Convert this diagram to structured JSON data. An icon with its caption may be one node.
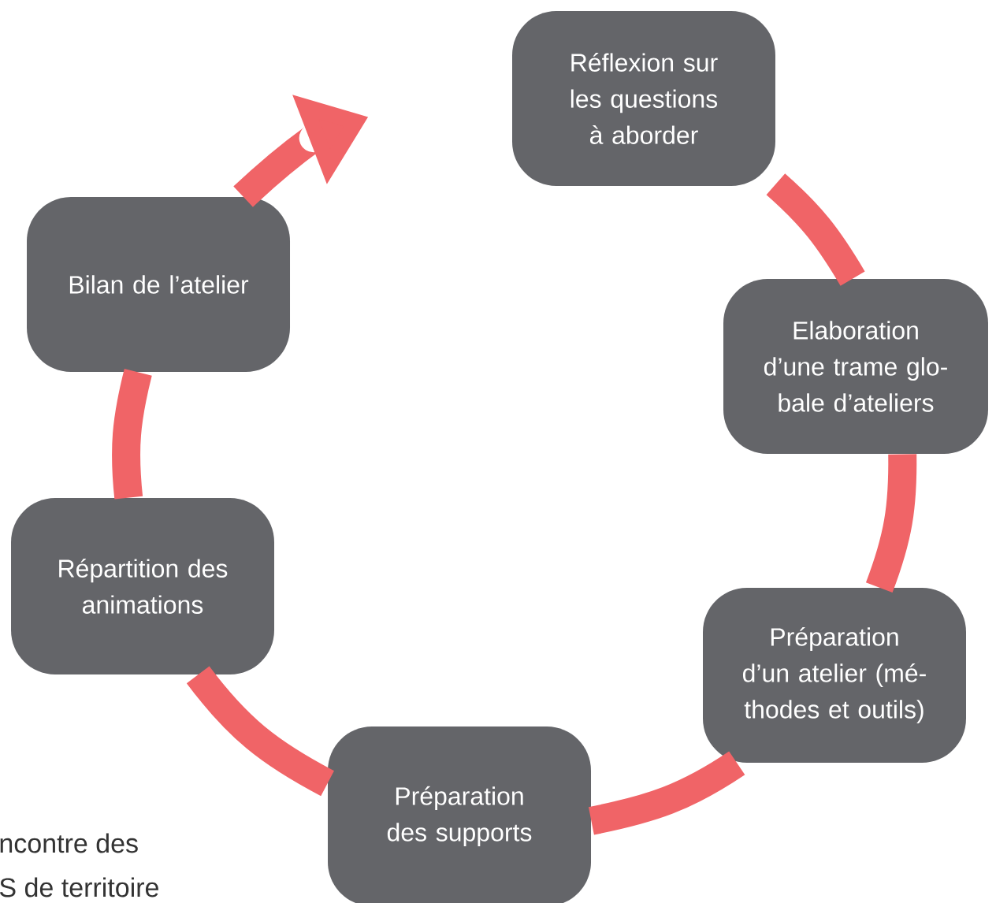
{
  "diagram": {
    "nodes": [
      {
        "text": [
          "Réflexion sur les questions à aborder"
        ]
      },
      {
        "text": [
          "Elaboration d’une trame glo- bale d’ateliers"
        ]
      },
      {
        "text": [
          "Préparation d’un atelier (mé- thodes et outils)"
        ]
      },
      {
        "text": [
          "Préparation des supports"
        ]
      },
      {
        "text": [
          "Répartition des animations"
        ]
      },
      {
        "text": [
          "Bilan de l’atelier"
        ]
      }
    ],
    "edges": [
      {
        "from": 0,
        "to": 1,
        "arrow": "none"
      },
      {
        "from": 1,
        "to": 2,
        "arrow": "none"
      },
      {
        "from": 2,
        "to": 3,
        "arrow": "none"
      },
      {
        "from": 3,
        "to": 4,
        "arrow": "none"
      },
      {
        "from": 4,
        "to": 5,
        "arrow": "none"
      },
      {
        "from": 5,
        "to": null,
        "arrow": "to"
      }
    ],
    "labels": [
      "ncontre des",
      "S de territoire"
    ]
  }
}
